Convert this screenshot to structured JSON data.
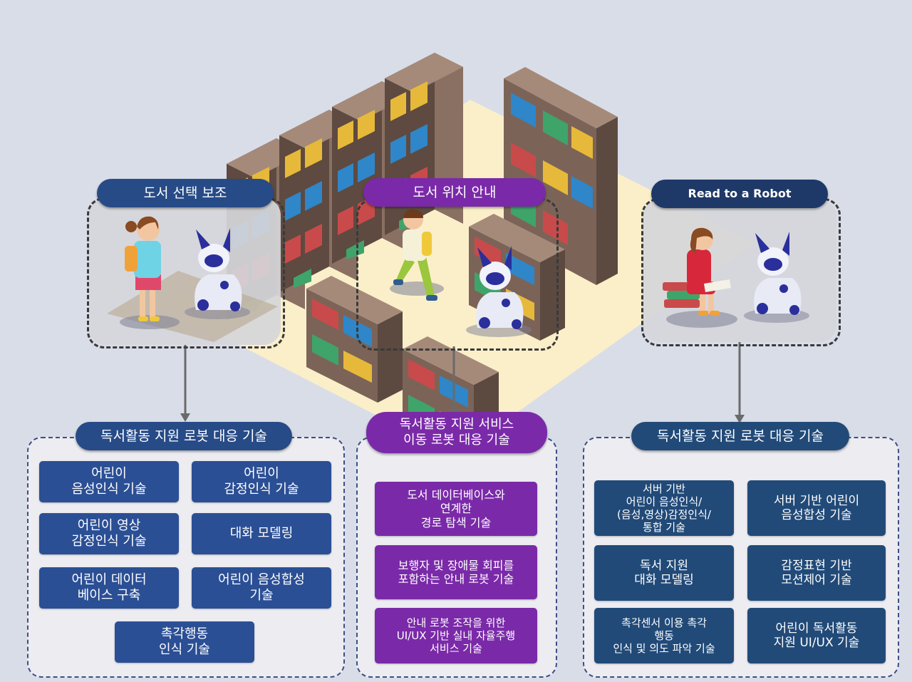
{
  "scenarios": {
    "book_selection": "도서 선택 보조",
    "book_location": "도서 위치 안내",
    "read_to_robot": "Read to a Robot"
  },
  "left": {
    "title": "독서활동 지원 로봇 대응 기술",
    "items": [
      "어린이\n음성인식 기술",
      "어린이\n감정인식 기술",
      "어린이 영상\n감정인식 기술",
      "대화 모델링",
      "어린이 데이터\n베이스 구축",
      "어린이 음성합성\n기술",
      "촉각행동\n인식 기술"
    ]
  },
  "middle": {
    "title": "독서활동 지원 서비스\n이동 로봇 대응 기술",
    "items": [
      "도서 데이터베이스와\n연계한\n경로 탐색 기술",
      "보행자 및 장애물 회피를\n포함하는 안내 로봇 기술",
      "안내 로봇 조작을 위한\nUI/UX 기반 실내 자율주행\n서비스 기술"
    ]
  },
  "right": {
    "title": "독서활동 지원 로봇 대응 기술",
    "items": [
      "서버 기반\n어린이 음성인식/\n(음성,영상)감정인식/\n통합 기술",
      "서버 기반 어린이\n음성합성 기술",
      "독서 지원\n대화 모델링",
      "감정표현 기반\n모션제어 기술",
      "촉각센서 이용 촉각\n행동\n인식 및 의도 파악 기술",
      "어린이 독서활동\n지원 UI/UX 기술"
    ]
  },
  "colors": {
    "background": "#d9dde8",
    "floor": "#fbefc9",
    "blue_pill": "#274b87",
    "purple": "#7a2aa8",
    "navy": "#214a78",
    "shelf": "#7b6457"
  },
  "icons": [
    "bookshelf-icon",
    "robot-dog-icon",
    "child-icon"
  ]
}
